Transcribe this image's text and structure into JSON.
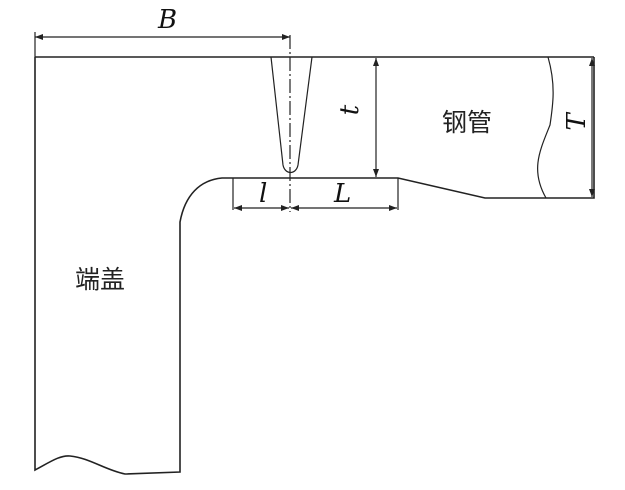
{
  "labels": {
    "B": "B",
    "t": "t",
    "T": "T",
    "l": "l",
    "L": "L",
    "steel_tube": "钢管",
    "end_cap": "端盖"
  },
  "colors": {
    "stroke": "#222222",
    "background": "#ffffff"
  }
}
